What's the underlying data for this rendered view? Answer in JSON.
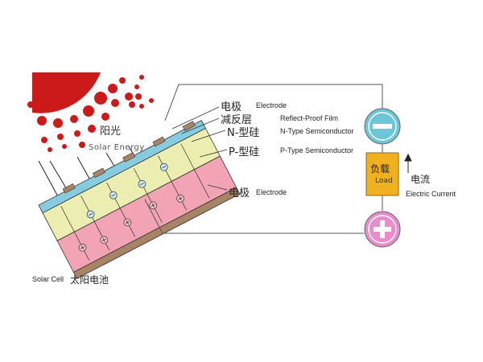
{
  "sun": {
    "label_cn": "阳光",
    "label_en": "Solar Energy",
    "color": "#cc1a1a"
  },
  "layers": {
    "top_electrode_cn": "电极",
    "top_electrode_en": "Electrode",
    "antireflect_cn": "减反层",
    "antireflect_en": "Reflect-Proof Film",
    "n_type_cn": "N-型硅",
    "n_type_en": "N-Type Semiconductor",
    "p_type_cn": "P-型硅",
    "p_type_en": "P-Type Semiconductor",
    "bottom_electrode_cn": "电极",
    "bottom_electrode_en": "Electrode"
  },
  "load": {
    "label_cn": "负载",
    "label_en": "Load",
    "color": "#f0b020"
  },
  "current": {
    "label_cn": "电流",
    "label_en": "Electric Current"
  },
  "terminals": {
    "negative_symbol": "−",
    "positive_symbol": "+",
    "negative_color": "#6cc6d8",
    "positive_color": "#e88ccc"
  },
  "caption": {
    "en": "Solar Cell",
    "cn": "太阳电池"
  },
  "colors": {
    "antireflect": "#86cce0",
    "n_layer": "#ecedb0",
    "p_layer": "#f2a4b4",
    "electrode": "#a88466",
    "wire": "#555555"
  }
}
